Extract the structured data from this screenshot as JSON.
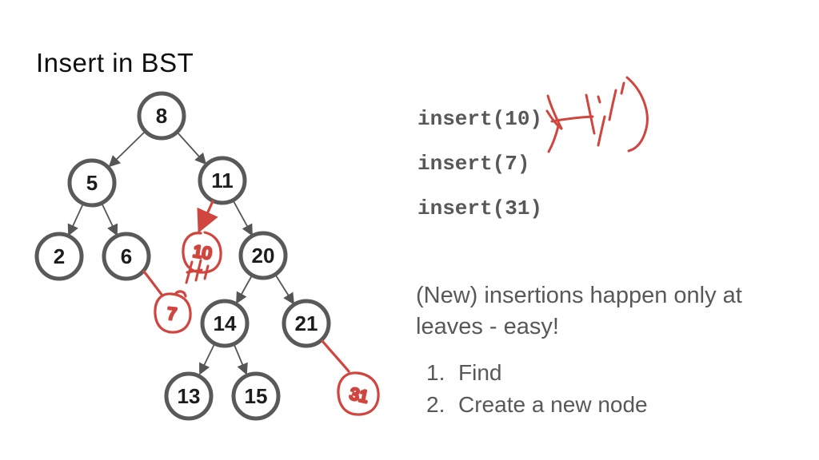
{
  "slide": {
    "title": "Insert in BST",
    "background_color": "#ffffff"
  },
  "code_panel": {
    "text_color": "#58585a",
    "lines": [
      {
        "label": "insert(10)"
      },
      {
        "label": "insert(7)"
      },
      {
        "label": "insert(31)"
      }
    ]
  },
  "note": {
    "text": "(New) insertions happen only at leaves - easy!",
    "text_color": "#58585a",
    "steps": [
      {
        "number": "1.",
        "label": "Find"
      },
      {
        "number": "2.",
        "label": "Create a new node"
      }
    ]
  },
  "tree": {
    "type": "binary-search-tree",
    "node_stroke_color": "#595959",
    "edge_color": "#555555",
    "node_text_color": "#1c1c1c",
    "nodes": [
      {
        "value": "8"
      },
      {
        "value": "5"
      },
      {
        "value": "11"
      },
      {
        "value": "2"
      },
      {
        "value": "6"
      },
      {
        "value": "20"
      },
      {
        "value": "14"
      },
      {
        "value": "21"
      },
      {
        "value": "13"
      },
      {
        "value": "15"
      }
    ],
    "edges": [
      [
        "8",
        "5"
      ],
      [
        "8",
        "11"
      ],
      [
        "5",
        "2"
      ],
      [
        "5",
        "6"
      ],
      [
        "11",
        "20"
      ],
      [
        "20",
        "14"
      ],
      [
        "20",
        "21"
      ],
      [
        "14",
        "13"
      ],
      [
        "14",
        "15"
      ]
    ],
    "annotations": {
      "ink_color": "#d0453e",
      "items": [
        {
          "value": "10",
          "attached_to": "11",
          "side": "left-child"
        },
        {
          "value": "7",
          "attached_to": "6",
          "side": "right-child"
        },
        {
          "value": "31",
          "attached_to": "21",
          "side": "right-child"
        }
      ]
    }
  }
}
